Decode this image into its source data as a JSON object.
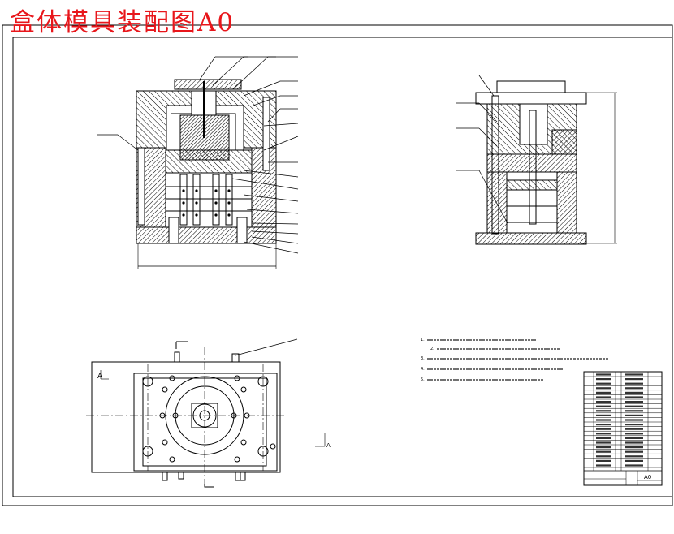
{
  "title": "盒体模具装配图A0",
  "tech_notes": {
    "heading": "",
    "items": [
      "1.",
      "2.",
      "3.",
      "4.",
      "5."
    ]
  },
  "title_block": {
    "sheet_size": "A0"
  },
  "markers": {
    "section_a_top": "A",
    "section_a_right": "A"
  },
  "colors": {
    "title": "#e8161b",
    "line": "#000000",
    "hatch": "#000000"
  }
}
